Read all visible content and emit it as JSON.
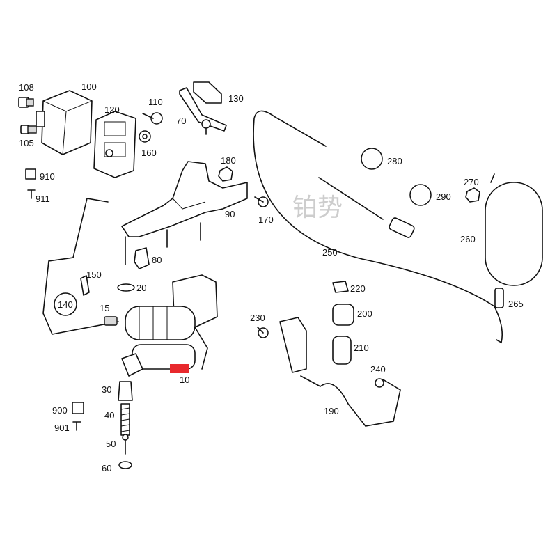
{
  "labels": {
    "p10": "10",
    "p15": "15",
    "p20": "20",
    "p30": "30",
    "p40": "40",
    "p50": "50",
    "p60": "60",
    "p70": "70",
    "p80": "80",
    "p90": "90",
    "p100": "100",
    "p105": "105",
    "p108": "108",
    "p110": "110",
    "p120": "120",
    "p130": "130",
    "p140": "140",
    "p150": "150",
    "p160": "160",
    "p170": "170",
    "p180": "180",
    "p190": "190",
    "p200": "200",
    "p210": "210",
    "p220": "220",
    "p230": "230",
    "p240": "240",
    "p250": "250",
    "p260": "260",
    "p265": "265",
    "p270": "270",
    "p280": "280",
    "p290": "290",
    "p900": "900",
    "p901": "901",
    "p910": "910",
    "p911": "911"
  },
  "watermark": "铂势",
  "highlight_color": "#e8292d"
}
